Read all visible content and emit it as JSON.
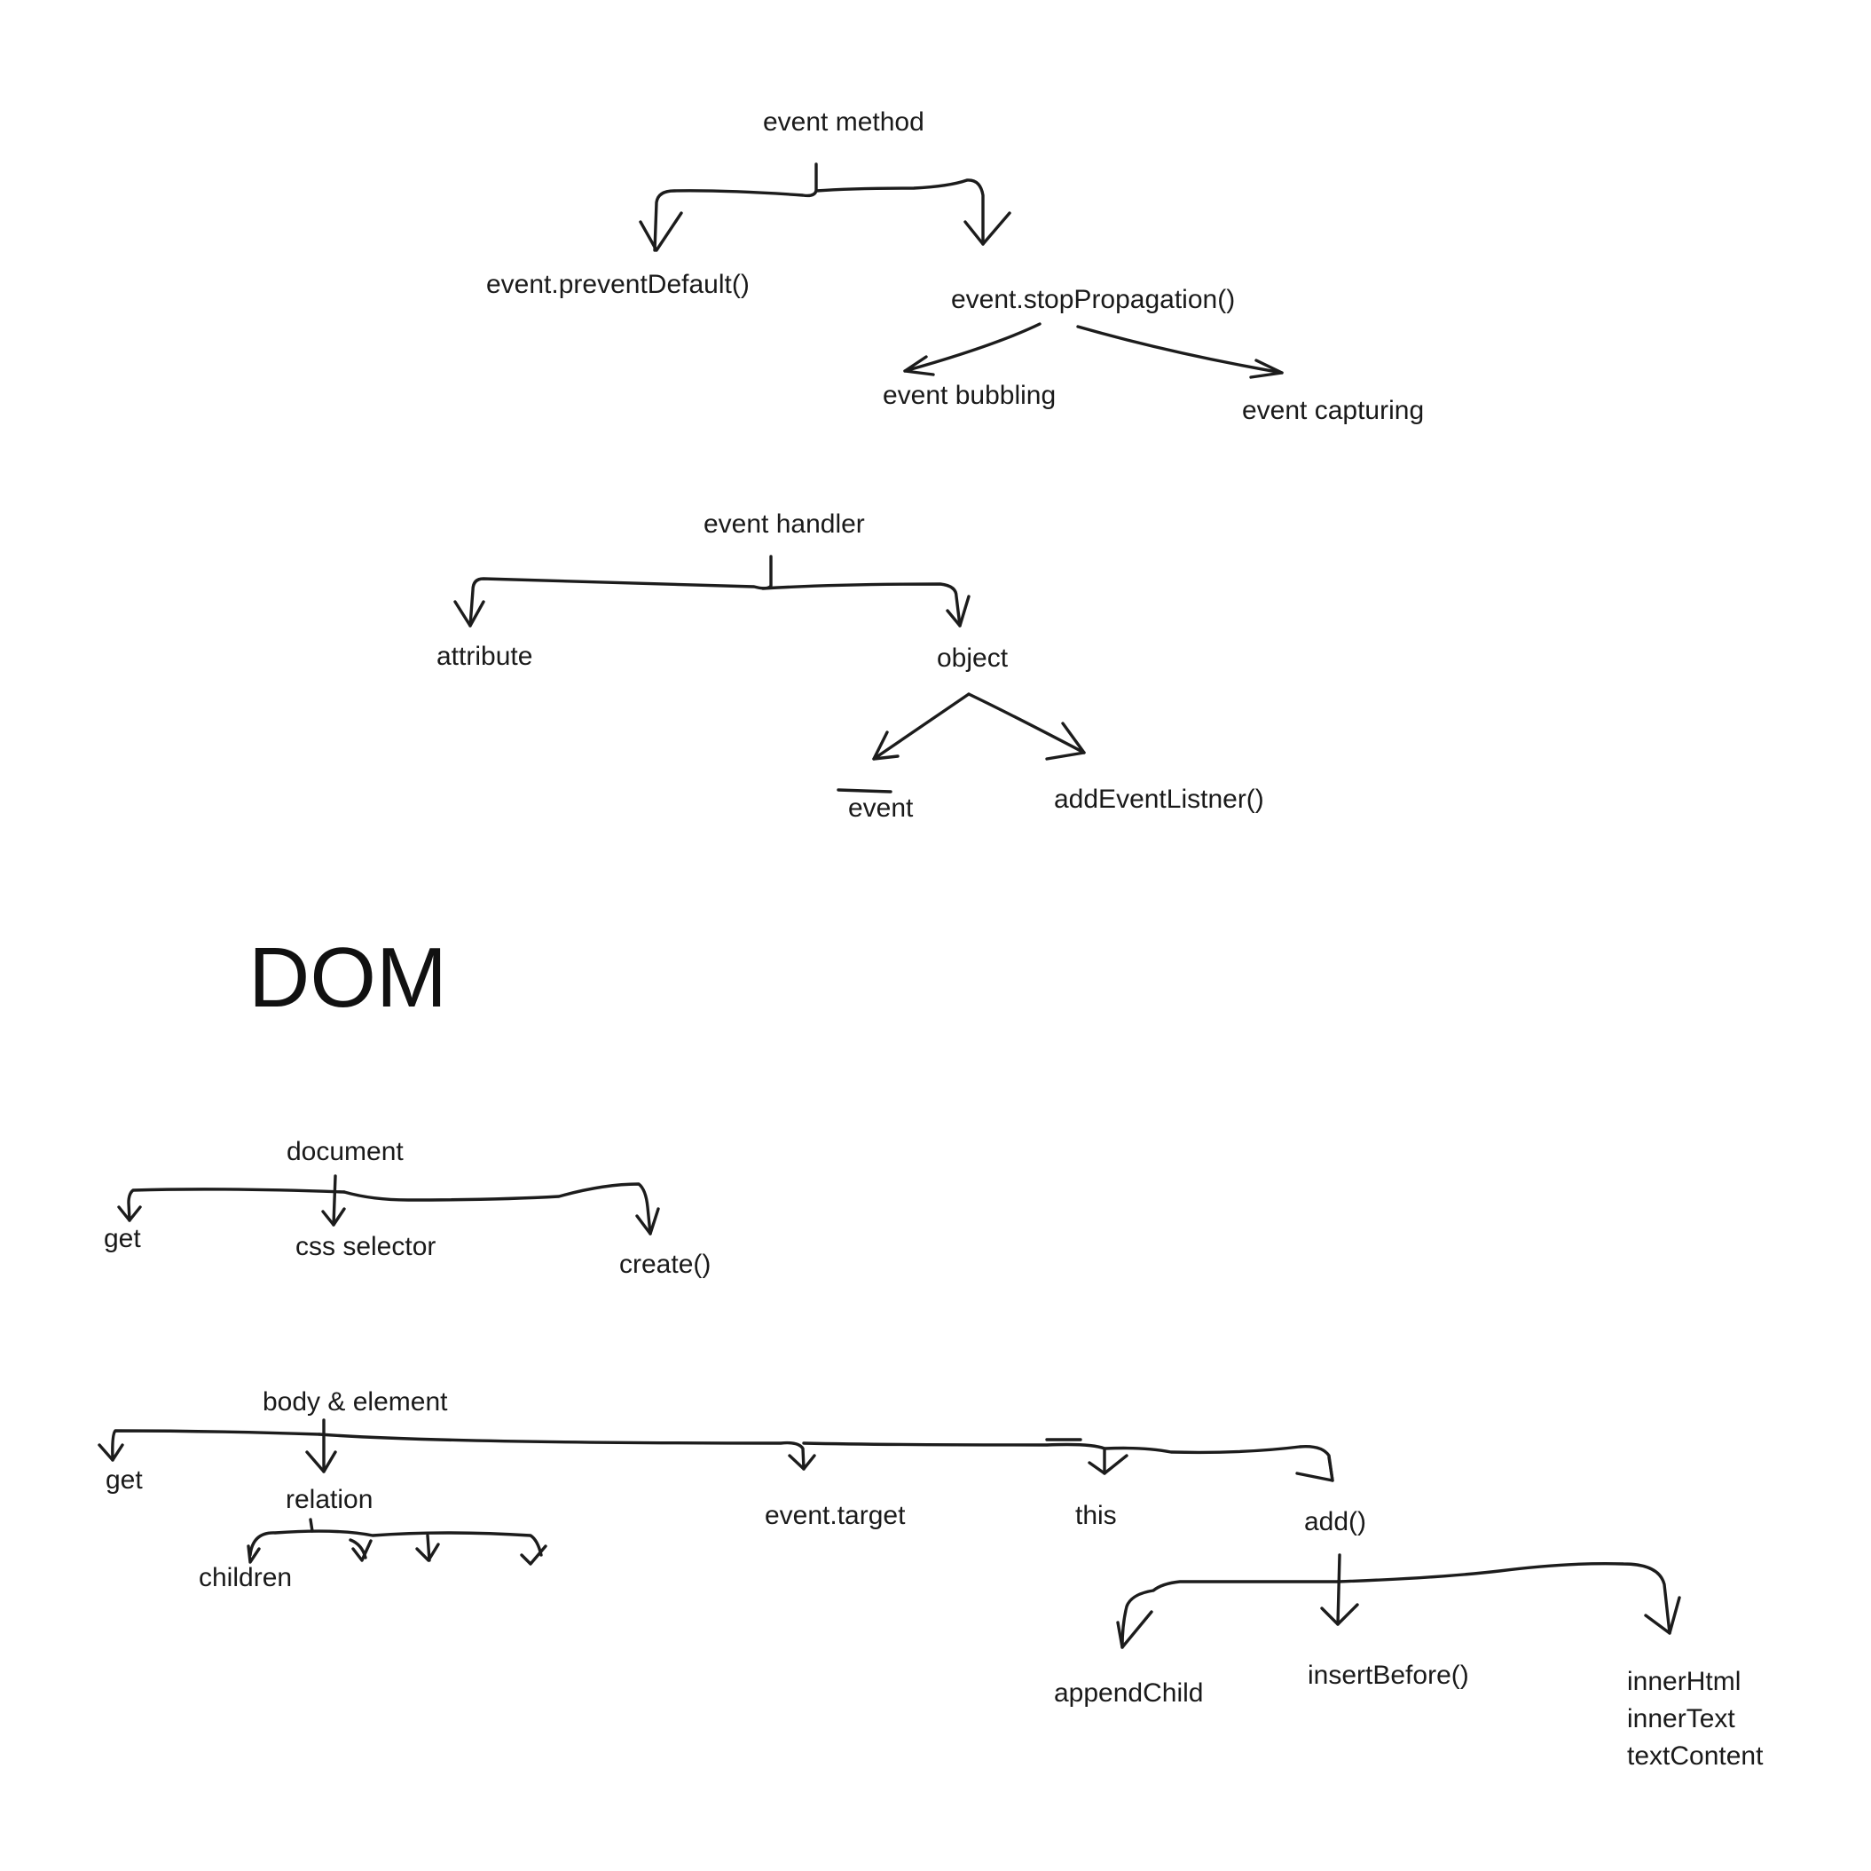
{
  "event_method": {
    "root": "event method",
    "prevent_default": "event.preventDefault()",
    "stop_propagation": "event.stopPropagation()",
    "bubbling": "event bubbling",
    "capturing": "event capturing"
  },
  "event_handler": {
    "root": "event handler",
    "attribute": "attribute",
    "object": "object",
    "event": "event",
    "add_listener": "addEventListner()"
  },
  "dom_heading": "DOM",
  "document": {
    "root": "document",
    "get": "get",
    "css_selector": "css selector",
    "create": "create()"
  },
  "body_element": {
    "root": "body & element",
    "get": "get",
    "relation": "relation",
    "children": "children",
    "event_target": "event.target",
    "this": "this",
    "add": "add()",
    "append_child": "appendChild",
    "insert_before": "insertBefore()",
    "content_props": [
      "innerHtml",
      "innerText",
      "textContent"
    ]
  }
}
